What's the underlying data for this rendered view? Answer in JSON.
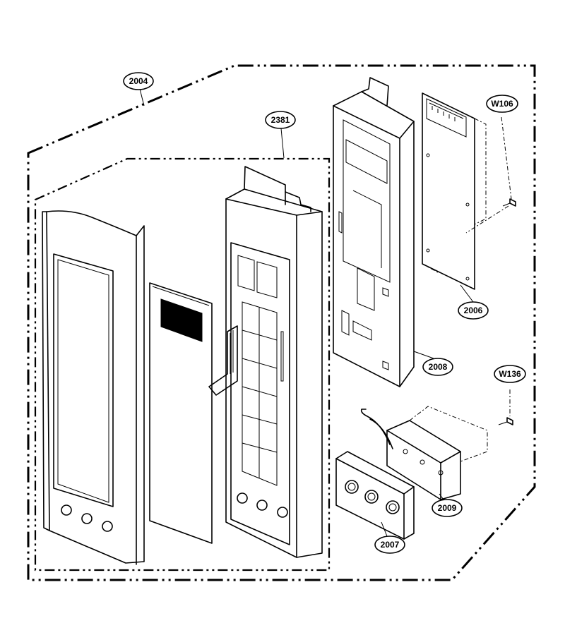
{
  "callouts": {
    "c2004": "2004",
    "c2381": "2381",
    "cW106": "W106",
    "c2006": "2006",
    "c2008": "2008",
    "cW136": "W136",
    "c2009": "2009",
    "c2007": "2007"
  },
  "colors": {
    "line": "#000000",
    "background": "#ffffff"
  }
}
